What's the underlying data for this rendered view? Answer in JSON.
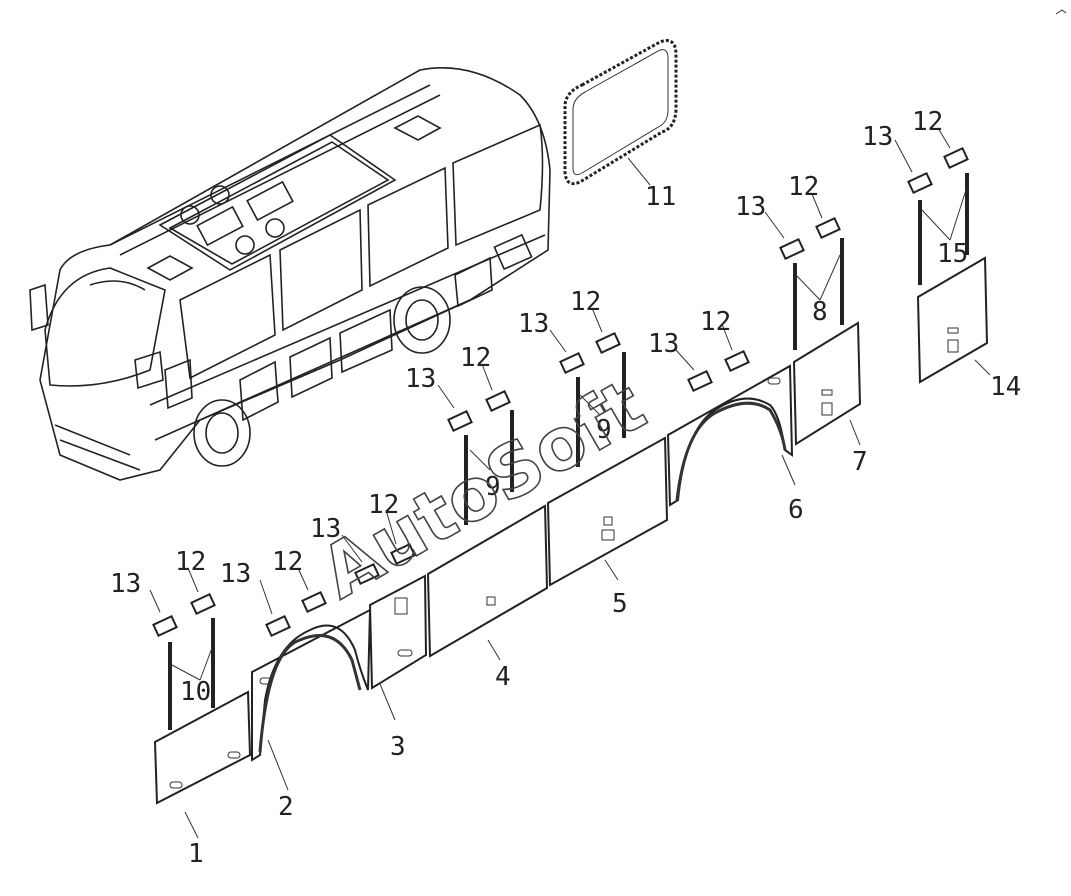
{
  "watermark": "AutoSoft",
  "callouts": {
    "c1": "1",
    "c2": "2",
    "c3": "3",
    "c4": "4",
    "c5": "5",
    "c6": "6",
    "c7": "7",
    "c8": "8",
    "c9a": "9",
    "c9b": "9",
    "c10": "10",
    "c11": "11",
    "c14": "14",
    "c15": "15",
    "c12": "12",
    "c13": "13"
  }
}
